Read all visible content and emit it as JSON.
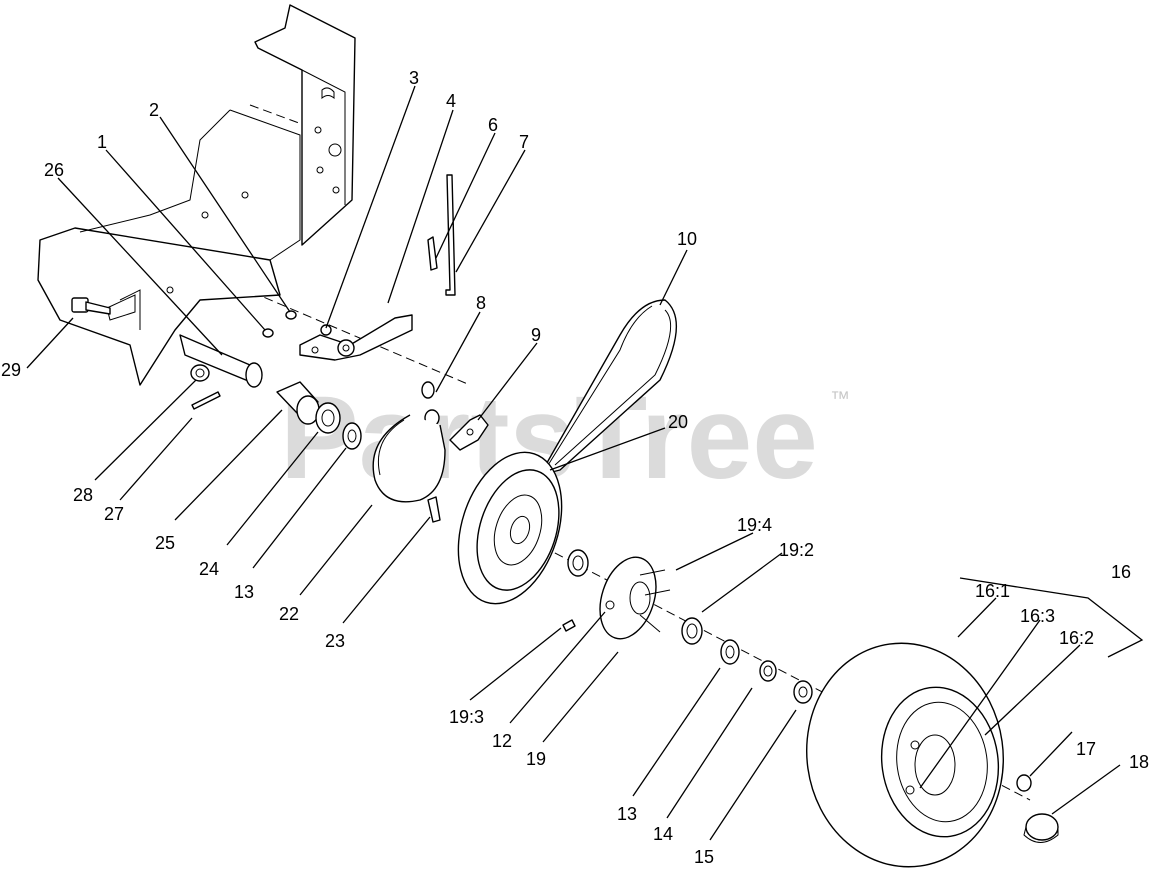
{
  "watermark": {
    "text": "PartsTree",
    "trademark": "™"
  },
  "callouts": [
    "1",
    "2",
    "3",
    "4",
    "6",
    "7",
    "8",
    "9",
    "10",
    "20",
    "26",
    "29",
    "28",
    "27",
    "25",
    "24",
    "13",
    "22",
    "23",
    "19:4",
    "19:2",
    "16",
    "16:1",
    "16:3",
    "16:2",
    "19:3",
    "12",
    "19",
    "13",
    "14",
    "15",
    "17",
    "18"
  ]
}
